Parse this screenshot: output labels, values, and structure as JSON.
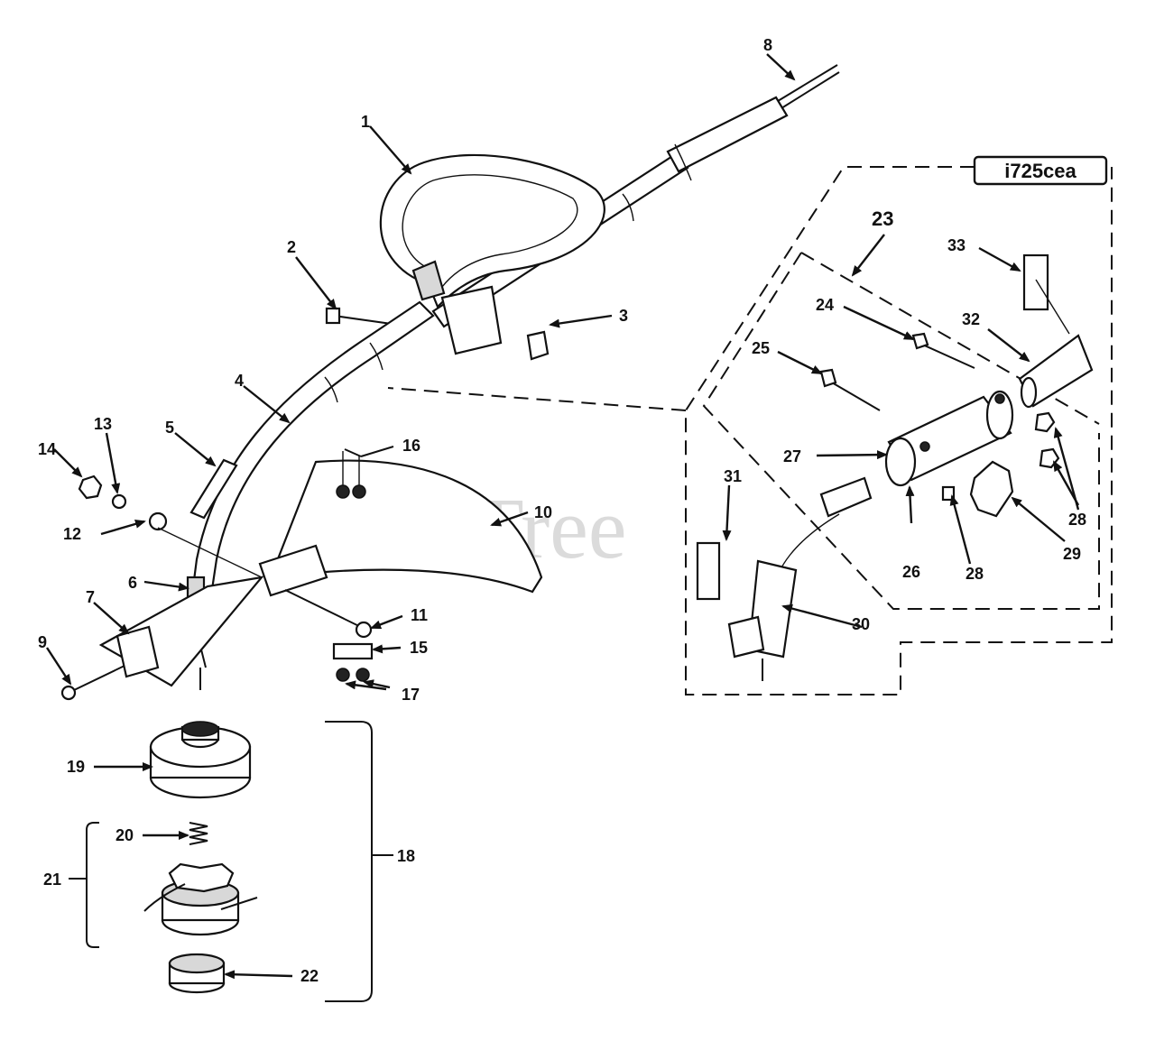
{
  "diagram": {
    "model_label": "i725cea",
    "watermark": "PartsTree",
    "callouts": {
      "c1": "1",
      "c2": "2",
      "c3": "3",
      "c4": "4",
      "c5": "5",
      "c6": "6",
      "c7": "7",
      "c8": "8",
      "c9": "9",
      "c10": "10",
      "c11": "11",
      "c12": "12",
      "c13": "13",
      "c14": "14",
      "c15": "15",
      "c16": "16",
      "c17": "17",
      "c18": "18",
      "c19": "19",
      "c20": "20",
      "c21": "21",
      "c22": "22",
      "c23": "23",
      "c24": "24",
      "c25": "25",
      "c26": "26",
      "c27": "27",
      "c28a": "28",
      "c28b": "28",
      "c29": "29",
      "c30": "30",
      "c31": "31",
      "c32": "32",
      "c33": "33"
    }
  }
}
